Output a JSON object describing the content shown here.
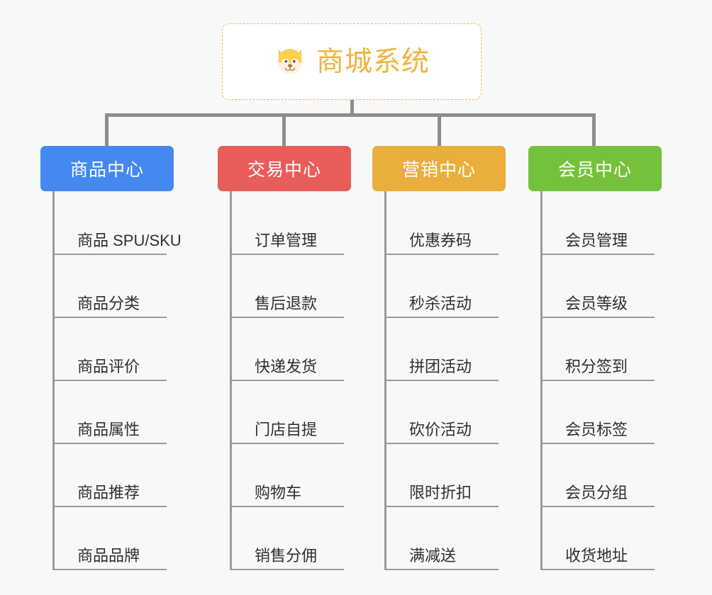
{
  "root": {
    "title": "商城系统",
    "icon": "dog-face-emoji",
    "border_color": "#e8b960",
    "title_color": "#f0b33d",
    "background": "#ffffff"
  },
  "canvas": {
    "background": "#f7f8f8",
    "connector_color": "#8d8d8d",
    "leaf_line_color": "#9a9a9a"
  },
  "columns": [
    {
      "name": "商品中心",
      "color": "#4688f1",
      "items": [
        "商品 SPU/SKU",
        "商品分类",
        "商品评价",
        "商品属性",
        "商品推荐",
        "商品品牌"
      ]
    },
    {
      "name": "交易中心",
      "color": "#e85d5a",
      "items": [
        "订单管理",
        "售后退款",
        "快递发货",
        "门店自提",
        "购物车",
        "销售分佣"
      ]
    },
    {
      "name": "营销中心",
      "color": "#e9ae3c",
      "items": [
        "优惠券码",
        "秒杀活动",
        "拼团活动",
        "砍价活动",
        "限时折扣",
        "满减送"
      ]
    },
    {
      "name": "会员中心",
      "color": "#75c13c",
      "items": [
        "会员管理",
        "会员等级",
        "积分签到",
        "会员标签",
        "会员分组",
        "收货地址"
      ]
    }
  ]
}
